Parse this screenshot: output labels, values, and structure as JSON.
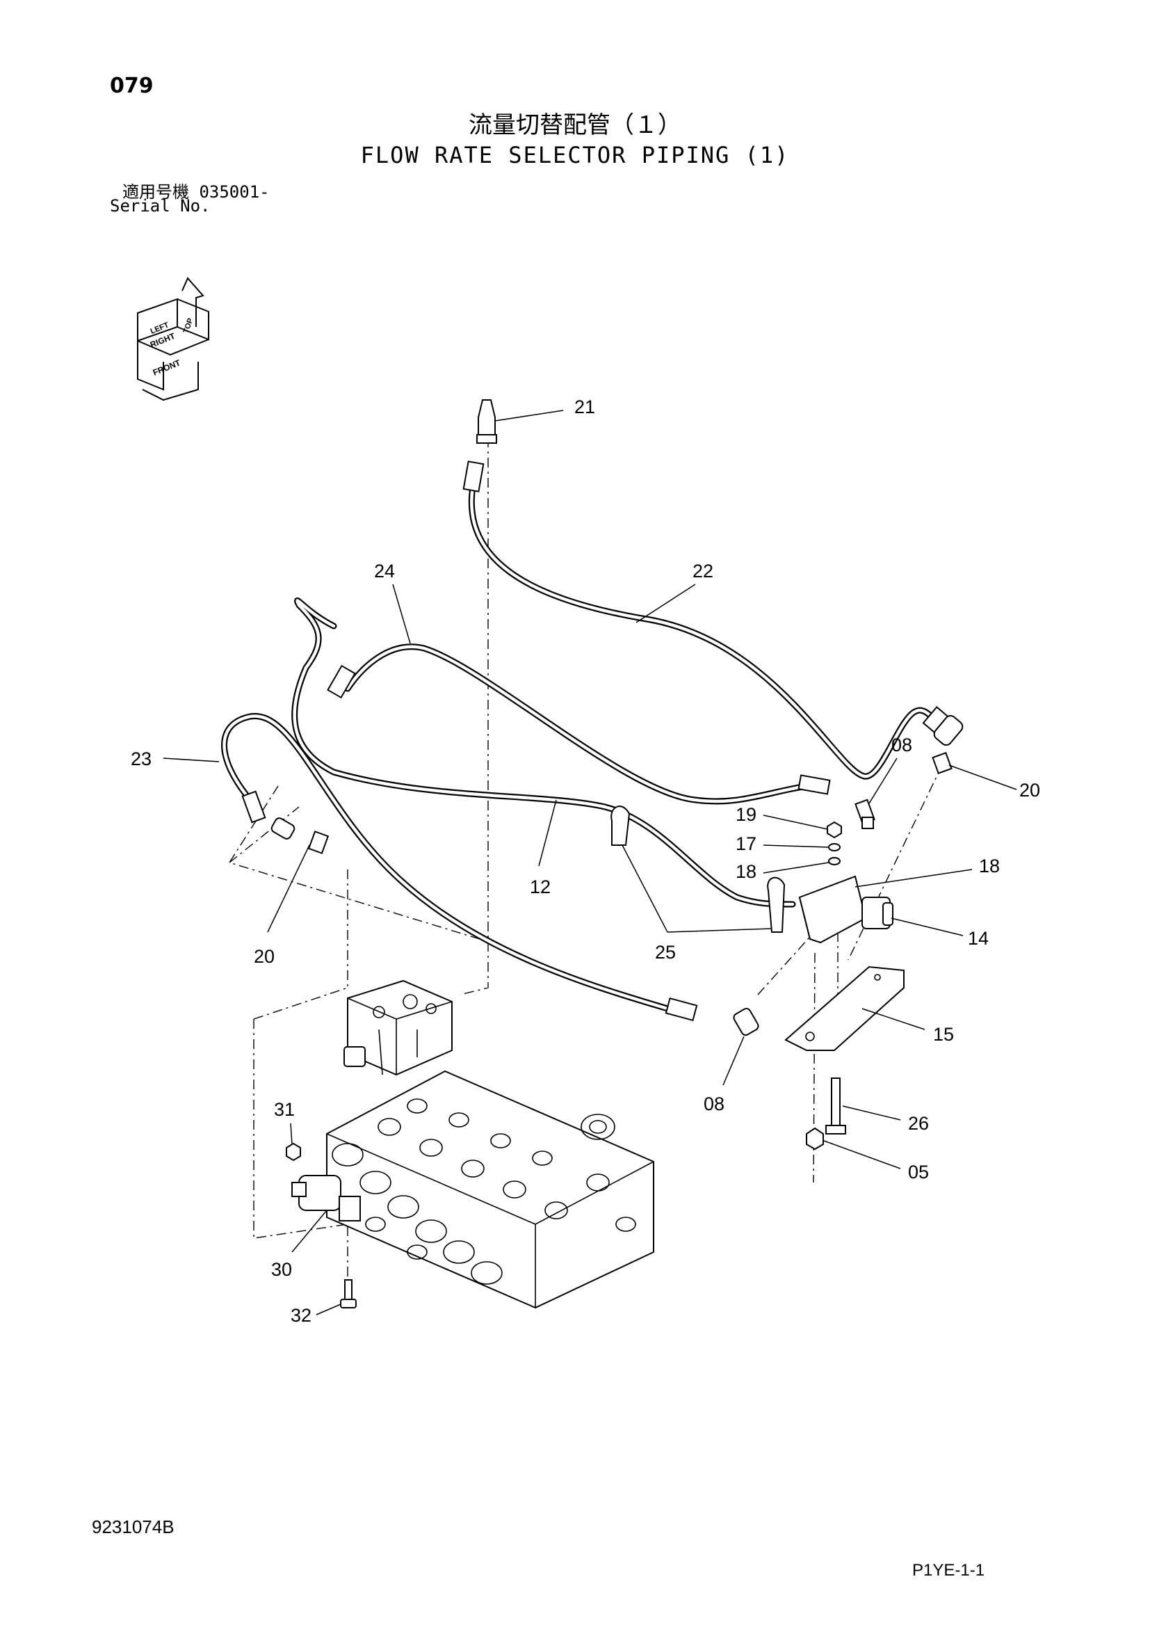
{
  "header": {
    "page_number": "079",
    "title_jp": "流量切替配管（１）",
    "title_en": "FLOW RATE SELECTOR PIPING (1)",
    "serial_label_jp": "適用号機  035001-",
    "serial_label_en": "Serial No."
  },
  "orientation_icon": {
    "labels": [
      "FRONT",
      "RIGHT",
      "LEFT",
      "TOP"
    ]
  },
  "callouts": [
    {
      "id": "c21",
      "label": "21"
    },
    {
      "id": "c24",
      "label": "24"
    },
    {
      "id": "c22",
      "label": "22"
    },
    {
      "id": "c23",
      "label": "23"
    },
    {
      "id": "c08a",
      "label": "08"
    },
    {
      "id": "c20a",
      "label": "20"
    },
    {
      "id": "c19",
      "label": "19"
    },
    {
      "id": "c17",
      "label": "17"
    },
    {
      "id": "c18a",
      "label": "18"
    },
    {
      "id": "c18b",
      "label": "18"
    },
    {
      "id": "c12",
      "label": "12"
    },
    {
      "id": "c14",
      "label": "14"
    },
    {
      "id": "c25",
      "label": "25"
    },
    {
      "id": "c20b",
      "label": "20"
    },
    {
      "id": "c15",
      "label": "15"
    },
    {
      "id": "c08b",
      "label": "08"
    },
    {
      "id": "c31",
      "label": "31"
    },
    {
      "id": "c26",
      "label": "26"
    },
    {
      "id": "c05",
      "label": "05"
    },
    {
      "id": "c30",
      "label": "30"
    },
    {
      "id": "c32",
      "label": "32"
    }
  ],
  "footer": {
    "doc_code": "9231074B",
    "page_code": "P1YE-1-1"
  }
}
